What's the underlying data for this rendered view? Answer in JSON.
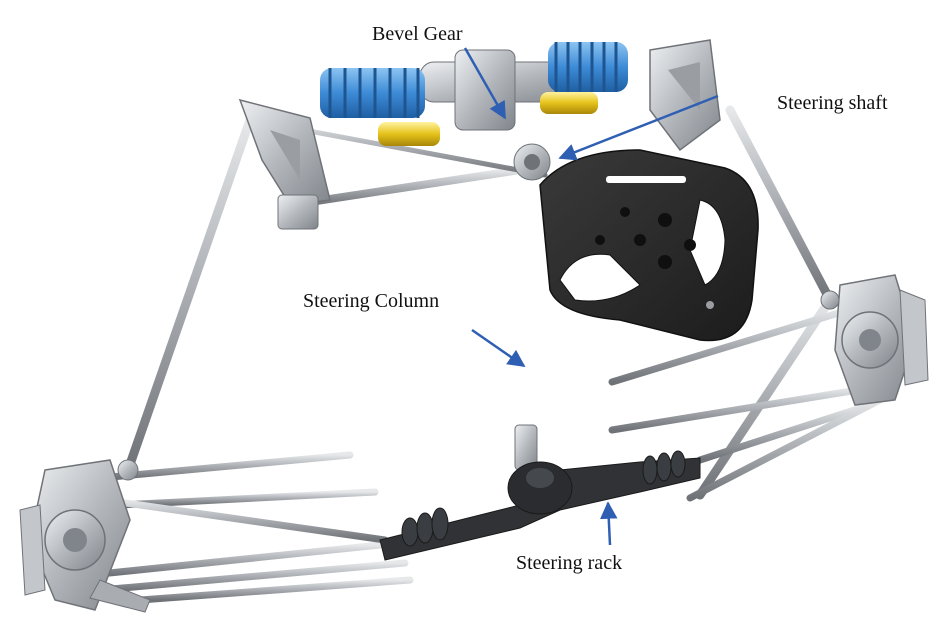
{
  "labels": {
    "bevel_gear": "Bevel Gear",
    "steering_shaft": "Steering shaft",
    "steering_column": "Steering Column",
    "steering_rack": "Steering rack"
  },
  "colors": {
    "arrow": "#2f5fb3",
    "spring": "#3d8bd6",
    "damper": "#e5c21a",
    "steel": "#b9bcc0",
    "steel_dark": "#7d8186",
    "wheel_plate": "#2b2b2b",
    "rack": "#303236"
  }
}
